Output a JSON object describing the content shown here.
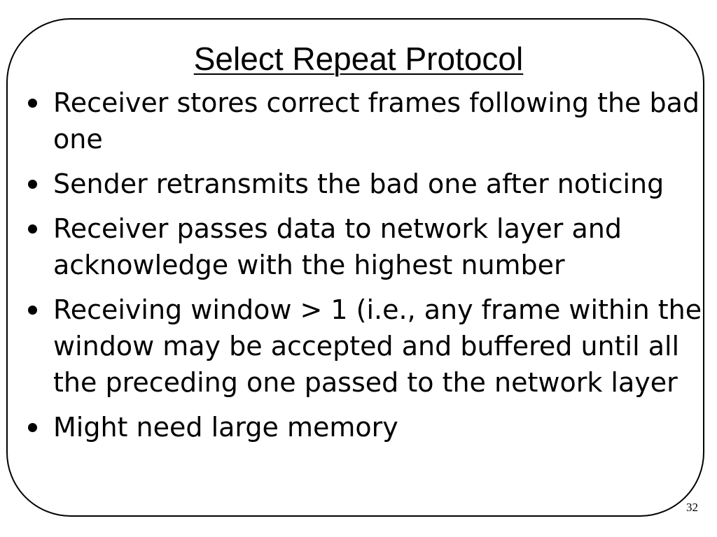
{
  "slide": {
    "title": "Select Repeat Protocol",
    "bullets": [
      "Receiver stores correct frames following the bad one",
      "Sender retransmits the bad one after noticing",
      "Receiver passes data to network layer and acknowledge with the highest number",
      "Receiving window > 1 (i.e., any frame within the window may be accepted and buffered until all the preceding one passed to the network layer",
      "Might need large memory"
    ],
    "bullet_icon": "bullet-dot-icon",
    "page_number": "32"
  }
}
